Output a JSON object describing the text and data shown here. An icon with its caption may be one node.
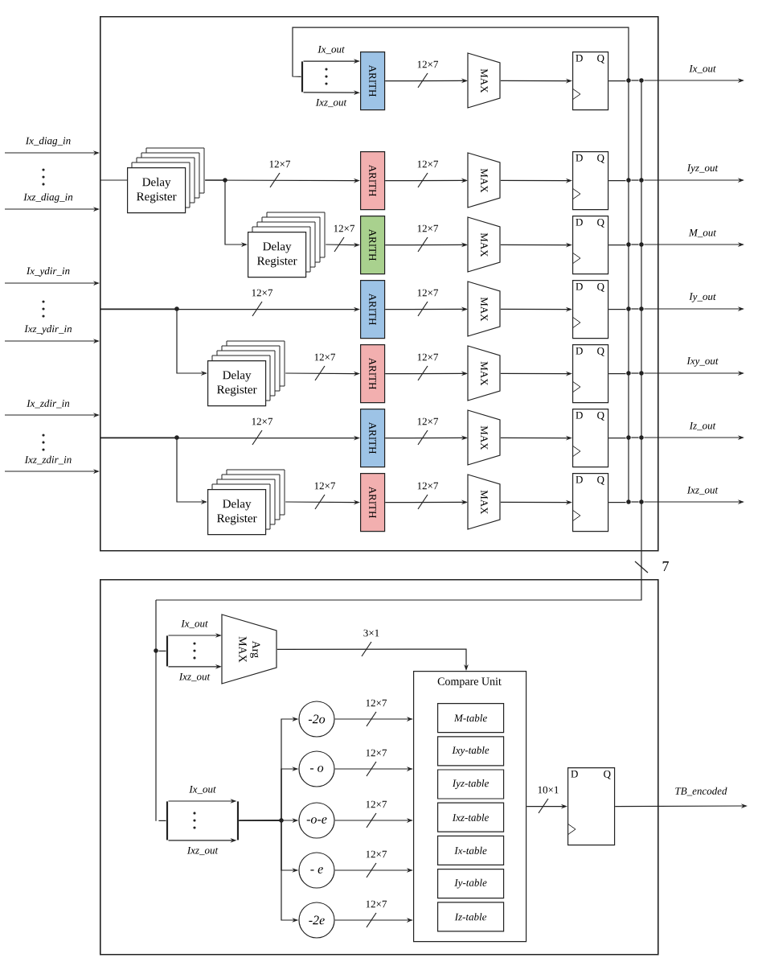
{
  "diagram": {
    "nodes": [
      {
        "text": [],
        "shape": "box"
      },
      {
        "text": [
          "Delay Register"
        ],
        "in": 0
      },
      {
        "text": [
          "Delay Register"
        ],
        "in": 0
      },
      {
        "text": [
          "Delay Register"
        ],
        "in": 0
      },
      {
        "text": [
          "Delay Register"
        ],
        "in": 0
      },
      {
        "text": [],
        "shape": "bar",
        "in": 0
      },
      {
        "text": [
          "ARITH"
        ],
        "in": 0
      },
      {
        "text": [
          "ARITH"
        ],
        "in": 0
      },
      {
        "text": [
          "ARITH"
        ],
        "in": 0
      },
      {
        "text": [
          "ARITH"
        ],
        "in": 0
      },
      {
        "text": [
          "ARITH"
        ],
        "in": 0
      },
      {
        "text": [
          "ARITH"
        ],
        "in": 0
      },
      {
        "text": [
          "ARITH"
        ],
        "in": 0
      },
      {
        "text": [
          "MAX"
        ],
        "in": 0
      },
      {
        "text": [
          "MAX"
        ],
        "in": 0
      },
      {
        "text": [
          "MAX"
        ],
        "in": 0
      },
      {
        "text": [
          "MAX"
        ],
        "in": 0
      },
      {
        "text": [
          "MAX"
        ],
        "in": 0
      },
      {
        "text": [
          "MAX"
        ],
        "in": 0
      },
      {
        "text": [
          "MAX"
        ],
        "in": 0
      },
      {
        "text": [
          "D",
          "Q"
        ],
        "in": 0
      },
      {
        "text": [
          "D",
          "Q"
        ],
        "in": 0
      },
      {
        "text": [
          "D",
          "Q"
        ],
        "in": 0
      },
      {
        "text": [
          "D",
          "Q"
        ],
        "in": 0
      },
      {
        "text": [
          "D",
          "Q"
        ],
        "in": 0
      },
      {
        "text": [
          "D",
          "Q"
        ],
        "in": 0
      },
      {
        "text": [
          "D",
          "Q"
        ],
        "in": 0
      },
      {
        "text": [],
        "shape": "box"
      },
      {
        "text": [],
        "shape": "bar",
        "in": 27
      },
      {
        "text": [
          "Arg MAX"
        ],
        "in": 27
      },
      {
        "text": [],
        "shape": "bar",
        "in": 27
      },
      {
        "text": [],
        "shape": "bar",
        "in": 27
      },
      {
        "text": [
          "-2o"
        ],
        "in": 27
      },
      {
        "text": [
          "- o"
        ],
        "in": 27
      },
      {
        "text": [
          "-o-e"
        ],
        "in": 27
      },
      {
        "text": [
          "- e"
        ],
        "in": 27
      },
      {
        "text": [
          "-2e"
        ],
        "in": 27
      },
      {
        "text": [
          "Compare Unit"
        ],
        "in": 27
      },
      {
        "text": [
          "M-table"
        ],
        "in": 37
      },
      {
        "text": [
          "Ixy-table"
        ],
        "in": 37
      },
      {
        "text": [
          "Iyz-table"
        ],
        "in": 37
      },
      {
        "text": [
          "Ixz-table"
        ],
        "in": 37
      },
      {
        "text": [
          "Ix-table"
        ],
        "in": 37
      },
      {
        "text": [
          "Iy-table"
        ],
        "in": 37
      },
      {
        "text": [
          "Iz-table"
        ],
        "in": 37
      },
      {
        "text": [
          "D",
          "Q"
        ],
        "in": 27
      },
      {
        "text": [],
        "shape": "bar",
        "in": 0
      },
      {
        "text": [],
        "shape": "bar",
        "in": 0
      },
      {
        "text": [],
        "shape": "bar",
        "in": 27
      }
    ],
    "edges": [
      {
        "from": null,
        "to": 0,
        "arrow": "to",
        "label": "Ix_diag_in"
      },
      {
        "from": null,
        "to": 0,
        "arrow": "to",
        "label": "Ixz_diag_in"
      },
      {
        "from": null,
        "to": 0,
        "arrow": "to",
        "label": "Ix_ydir_in"
      },
      {
        "from": null,
        "to": 0,
        "arrow": "to",
        "label": "Ixz_ydir_in"
      },
      {
        "from": null,
        "to": 0,
        "arrow": "to",
        "label": "Ix_zdir_in"
      },
      {
        "from": null,
        "to": 0,
        "arrow": "to",
        "label": "Ixz_zdir_in"
      },
      {
        "from": 0,
        "to": 1,
        "arrow": "none"
      },
      {
        "from": 1,
        "to": 7,
        "arrow": "to",
        "label": "12×7"
      },
      {
        "from": 1,
        "to": 2,
        "arrow": "to"
      },
      {
        "from": 2,
        "to": 8,
        "arrow": "to",
        "label": "12×7"
      },
      {
        "from": 0,
        "to": 9,
        "arrow": "to",
        "label": "12×7"
      },
      {
        "from": 0,
        "to": 3,
        "arrow": "to"
      },
      {
        "from": 3,
        "to": 10,
        "arrow": "to",
        "label": "12×7"
      },
      {
        "from": 0,
        "to": 11,
        "arrow": "to",
        "label": "12×7"
      },
      {
        "from": 0,
        "to": 4,
        "arrow": "to"
      },
      {
        "from": 4,
        "to": 12,
        "arrow": "to",
        "label": "12×7"
      },
      {
        "from": 6,
        "to": 13,
        "arrow": "to",
        "label": "12×7"
      },
      {
        "from": 7,
        "to": 14,
        "arrow": "to",
        "label": "12×7"
      },
      {
        "from": 8,
        "to": 15,
        "arrow": "to",
        "label": "12×7"
      },
      {
        "from": 9,
        "to": 16,
        "arrow": "to",
        "label": "12×7"
      },
      {
        "from": 10,
        "to": 17,
        "arrow": "to",
        "label": "12×7"
      },
      {
        "from": 11,
        "to": 18,
        "arrow": "to",
        "label": "12×7"
      },
      {
        "from": 12,
        "to": 19,
        "arrow": "to",
        "label": "12×7"
      },
      {
        "from": 13,
        "to": 20,
        "arrow": "to"
      },
      {
        "from": 14,
        "to": 21,
        "arrow": "to"
      },
      {
        "from": 15,
        "to": 22,
        "arrow": "to"
      },
      {
        "from": 16,
        "to": 23,
        "arrow": "to"
      },
      {
        "from": 17,
        "to": 24,
        "arrow": "to"
      },
      {
        "from": 18,
        "to": 25,
        "arrow": "to"
      },
      {
        "from": 19,
        "to": 26,
        "arrow": "to"
      },
      {
        "from": 20,
        "to": 46,
        "arrow": "none"
      },
      {
        "from": 21,
        "to": 46,
        "arrow": "none"
      },
      {
        "from": 22,
        "to": 46,
        "arrow": "none"
      },
      {
        "from": 23,
        "to": 46,
        "arrow": "none"
      },
      {
        "from": 24,
        "to": 46,
        "arrow": "none"
      },
      {
        "from": 25,
        "to": 46,
        "arrow": "none"
      },
      {
        "from": 26,
        "to": 46,
        "arrow": "none"
      },
      {
        "from": 46,
        "to": 47,
        "arrow": "none"
      },
      {
        "from": 46,
        "to": 47,
        "arrow": "none"
      },
      {
        "from": 46,
        "to": 47,
        "arrow": "none"
      },
      {
        "from": 46,
        "to": 47,
        "arrow": "none"
      },
      {
        "from": 46,
        "to": 47,
        "arrow": "none"
      },
      {
        "from": 46,
        "to": 47,
        "arrow": "none"
      },
      {
        "from": 46,
        "to": 47,
        "arrow": "none"
      },
      {
        "from": 47,
        "to": null,
        "arrow": "to",
        "label": "Ix_out"
      },
      {
        "from": 47,
        "to": null,
        "arrow": "to",
        "label": "Iyz_out"
      },
      {
        "from": 47,
        "to": null,
        "arrow": "to",
        "label": "M_out"
      },
      {
        "from": 47,
        "to": null,
        "arrow": "to",
        "label": "Iy_out"
      },
      {
        "from": 47,
        "to": null,
        "arrow": "to",
        "label": "Ixy_out"
      },
      {
        "from": 47,
        "to": null,
        "arrow": "to",
        "label": "Iz_out"
      },
      {
        "from": 47,
        "to": null,
        "arrow": "to",
        "label": "Ixz_out"
      },
      {
        "from": 46,
        "to": 5,
        "arrow": "none"
      },
      {
        "from": 5,
        "to": 6,
        "arrow": "to",
        "label": "Ix_out"
      },
      {
        "from": 5,
        "to": 6,
        "arrow": "to",
        "label": "Ixz_out"
      },
      {
        "from": 47,
        "to": 48,
        "arrow": "none",
        "label": "7"
      },
      {
        "from": 48,
        "to": 28,
        "arrow": "none"
      },
      {
        "from": 48,
        "to": 30,
        "arrow": "none"
      },
      {
        "from": 28,
        "to": 29,
        "arrow": "to",
        "label": "Ix_out"
      },
      {
        "from": 28,
        "to": 29,
        "arrow": "to",
        "label": "Ixz_out"
      },
      {
        "from": 29,
        "to": 37,
        "arrow": "to",
        "label": "3×1"
      },
      {
        "from": 30,
        "to": 31,
        "arrow": "to",
        "label": "Ix_out"
      },
      {
        "from": 30,
        "to": 31,
        "arrow": "to",
        "label": "Ixz_out"
      },
      {
        "from": 31,
        "to": 32,
        "arrow": "to"
      },
      {
        "from": 31,
        "to": 33,
        "arrow": "to"
      },
      {
        "from": 31,
        "to": 34,
        "arrow": "to"
      },
      {
        "from": 31,
        "to": 35,
        "arrow": "to"
      },
      {
        "from": 31,
        "to": 36,
        "arrow": "to"
      },
      {
        "from": 32,
        "to": 37,
        "arrow": "to",
        "label": "12×7"
      },
      {
        "from": 33,
        "to": 37,
        "arrow": "to",
        "label": "12×7"
      },
      {
        "from": 34,
        "to": 37,
        "arrow": "to",
        "label": "12×7"
      },
      {
        "from": 35,
        "to": 37,
        "arrow": "to",
        "label": "12×7"
      },
      {
        "from": 36,
        "to": 37,
        "arrow": "to",
        "label": "12×7"
      },
      {
        "from": 37,
        "to": 45,
        "arrow": "to",
        "label": "10×1"
      },
      {
        "from": 45,
        "to": null,
        "arrow": "to",
        "label": "TB_encoded"
      }
    ]
  }
}
